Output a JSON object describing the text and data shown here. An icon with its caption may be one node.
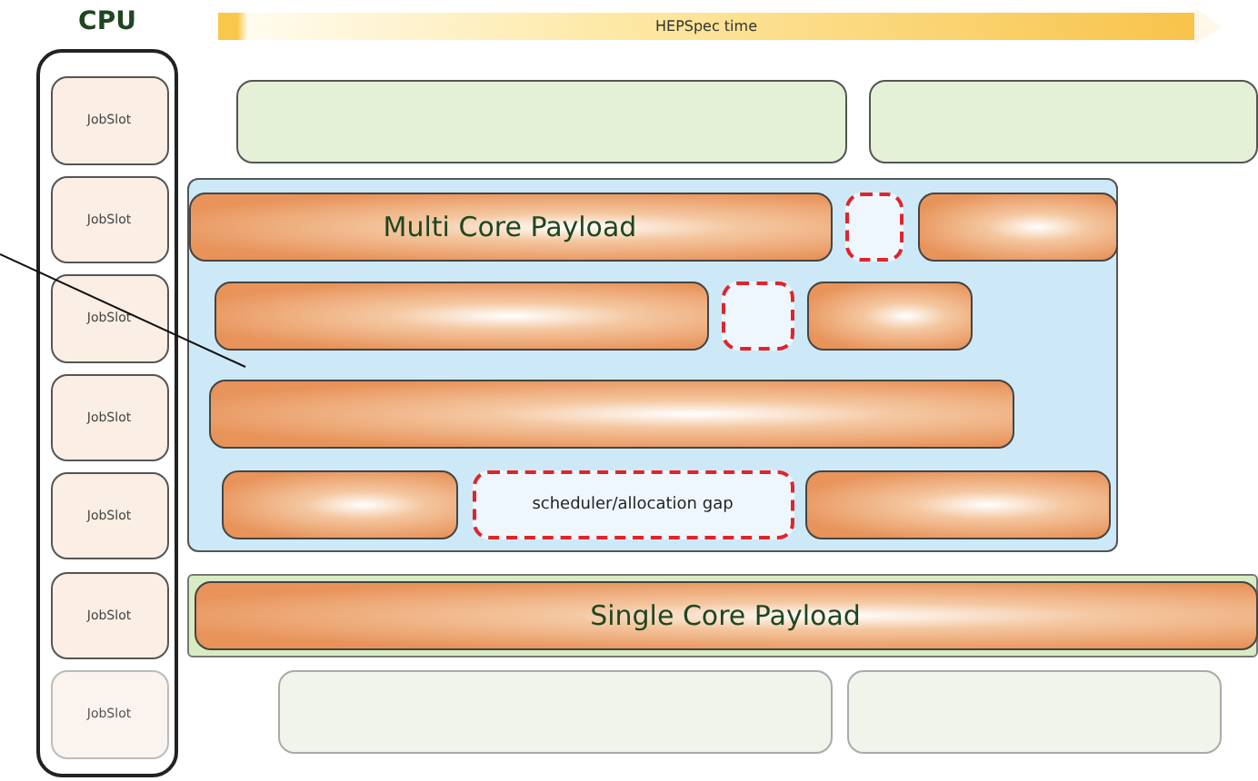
{
  "diagram": {
    "nodes": [
      {
        "text": [
          "CPU"
        ]
      },
      {
        "text": [
          "JobSlot"
        ],
        "in": 0
      },
      {
        "text": [
          "JobSlot"
        ],
        "in": 0
      },
      {
        "text": [
          "JobSlot"
        ],
        "in": 0
      },
      {
        "text": [
          "JobSlot"
        ],
        "in": 0
      },
      {
        "text": [
          "JobSlot"
        ],
        "in": 0
      },
      {
        "text": [
          "JobSlot"
        ],
        "in": 0
      },
      {
        "text": [
          "JobSlot"
        ],
        "in": 0
      },
      {
        "text": [
          "HEPSpec time"
        ]
      },
      {
        "text": [],
        "shape": "box"
      },
      {
        "text": [],
        "shape": "box"
      },
      {
        "text": [],
        "shape": "box"
      },
      {
        "text": [
          "Multi Core Payload"
        ],
        "in": 11
      },
      {
        "text": [],
        "shape": "box",
        "in": 11
      },
      {
        "text": [],
        "shape": "box",
        "in": 11
      },
      {
        "text": [],
        "shape": "box",
        "in": 11
      },
      {
        "text": [],
        "shape": "box",
        "in": 11
      },
      {
        "text": [],
        "shape": "box",
        "in": 11
      },
      {
        "text": [],
        "shape": "box",
        "in": 11
      },
      {
        "text": [],
        "shape": "box",
        "in": 11
      },
      {
        "text": [
          "scheduler/allocation gap"
        ],
        "in": 11
      },
      {
        "text": [],
        "shape": "box",
        "in": 11
      },
      {
        "text": [],
        "shape": "box"
      },
      {
        "text": [
          "Single Core Payload"
        ],
        "in": 22
      },
      {
        "text": [],
        "shape": "box"
      },
      {
        "text": [],
        "shape": "box"
      }
    ],
    "edges": [
      {
        "from": null,
        "to": 11,
        "arrow": "none"
      }
    ]
  }
}
